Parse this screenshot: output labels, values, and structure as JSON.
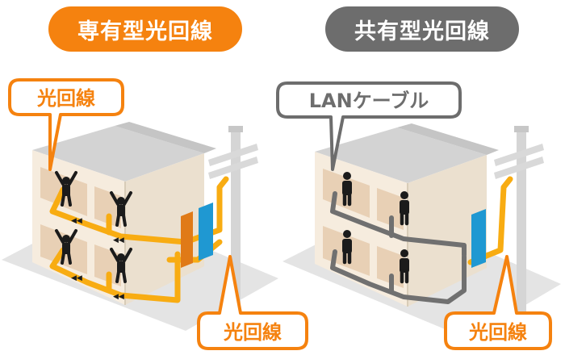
{
  "colors": {
    "orange": "#f5820f",
    "gray": "#6d6d6d",
    "blue": "#1f98d2",
    "building_front": "#f7eddf",
    "building_side": "#e9ddcb",
    "building_top": "#d4d4d4",
    "ground": "#e4e4e4",
    "room_back": "#e9d2b8",
    "person": "#1b1b1b",
    "pole": "#d6d6d6"
  },
  "headers": {
    "left": "専有型光回線",
    "right": "共有型光回線"
  },
  "left_panel": {
    "top_callout": "光回線",
    "bottom_callout": "光回線"
  },
  "right_panel": {
    "top_callout": "LANケーブル",
    "bottom_callout": "光回線"
  },
  "icons": {
    "person": "person-icon",
    "person_cheering": "cheering-person-icon",
    "utility_pole": "utility-pole-icon",
    "building": "apartment-building-icon"
  }
}
